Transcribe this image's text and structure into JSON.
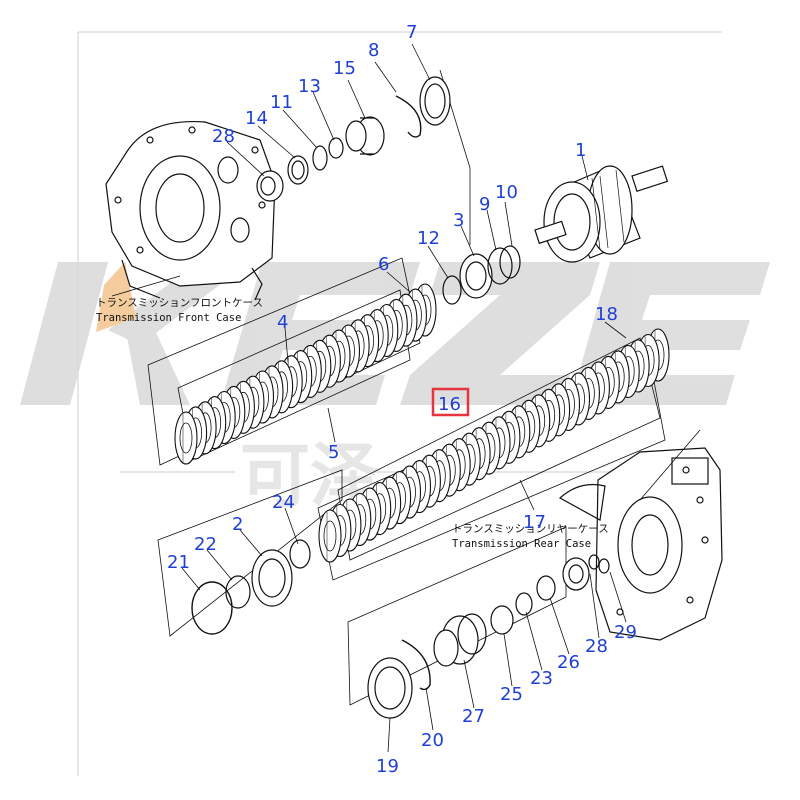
{
  "colors": {
    "callout": "#1f3fd6",
    "highlight": "#e8343f",
    "line": "#111111",
    "watermark": "#d9d9d9",
    "watermark_accent": "#f3c48c"
  },
  "watermark": {
    "text": "KEZE",
    "chinese": "可泽"
  },
  "captions": {
    "front_jp": "トランスミッションフロントケース",
    "front_en": "Transmission Front Case",
    "rear_jp": "トランスミッションリヤーケース",
    "rear_en": "Transmission Rear Case"
  },
  "callouts": [
    {
      "id": "c7",
      "label": "7"
    },
    {
      "id": "c8",
      "label": "8"
    },
    {
      "id": "c15",
      "label": "15"
    },
    {
      "id": "c13",
      "label": "13"
    },
    {
      "id": "c11",
      "label": "11"
    },
    {
      "id": "c14",
      "label": "14"
    },
    {
      "id": "c28a",
      "label": "28"
    },
    {
      "id": "c1",
      "label": "1"
    },
    {
      "id": "c10",
      "label": "10"
    },
    {
      "id": "c9",
      "label": "9"
    },
    {
      "id": "c3",
      "label": "3"
    },
    {
      "id": "c12",
      "label": "12"
    },
    {
      "id": "c6",
      "label": "6"
    },
    {
      "id": "c4",
      "label": "4"
    },
    {
      "id": "c18",
      "label": "18"
    },
    {
      "id": "c16",
      "label": "16",
      "highlighted": true
    },
    {
      "id": "c5",
      "label": "5"
    },
    {
      "id": "c24",
      "label": "24"
    },
    {
      "id": "c17",
      "label": "17"
    },
    {
      "id": "c2",
      "label": "2"
    },
    {
      "id": "c22",
      "label": "22"
    },
    {
      "id": "c21",
      "label": "21"
    },
    {
      "id": "c29",
      "label": "29"
    },
    {
      "id": "c28b",
      "label": "28"
    },
    {
      "id": "c26",
      "label": "26"
    },
    {
      "id": "c23",
      "label": "23"
    },
    {
      "id": "c25",
      "label": "25"
    },
    {
      "id": "c27",
      "label": "27"
    },
    {
      "id": "c20",
      "label": "20"
    },
    {
      "id": "c19",
      "label": "19"
    }
  ]
}
